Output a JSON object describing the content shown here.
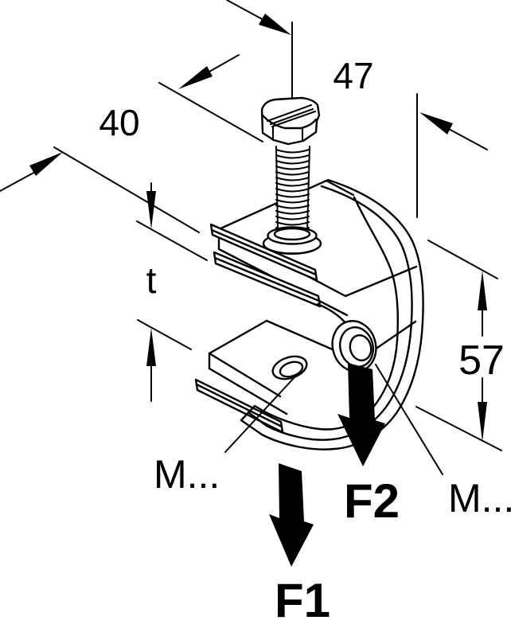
{
  "dimensions": {
    "top_width": "47",
    "side_width": "40",
    "clamping_range": "t",
    "height": "57"
  },
  "thread_labels": {
    "base_hole": "M...",
    "side_hole": "M..."
  },
  "forces": {
    "f1": "F1",
    "f2": "F2"
  },
  "colors": {
    "line": "#000000",
    "background": "#ffffff"
  }
}
